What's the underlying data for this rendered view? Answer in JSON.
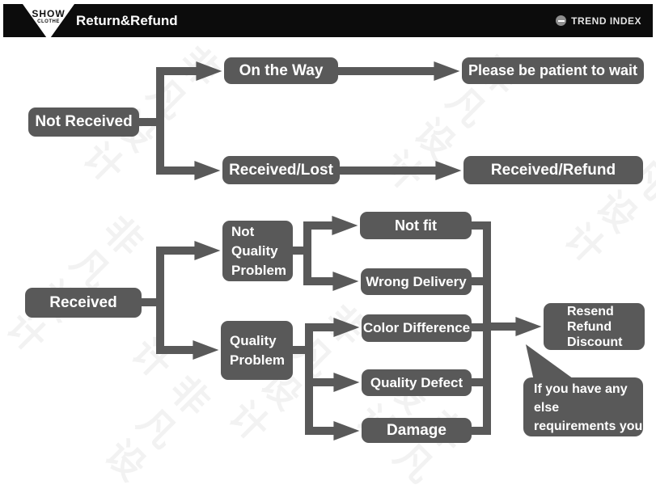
{
  "header": {
    "logo_top": "SHOW",
    "logo_bottom": "CLOTHE",
    "title": "Return&Refund",
    "trend_label": "TREND INDEX"
  },
  "watermark": {
    "text": "非凡设计"
  },
  "colors": {
    "header_bg": "#0c0c0c",
    "node_bg": "#595959",
    "node_text": "#ffffff",
    "connector": "#595959"
  },
  "nodes": {
    "not_received": "Not Received",
    "on_the_way": "On the Way",
    "please_wait": "Please be patient to wait",
    "received_lost": "Received/Lost",
    "received_refund": "Received/Refund",
    "received": "Received",
    "not_quality_problem": "Not\nQuality\nProblem",
    "quality_problem": "Quality\nProblem",
    "not_fit": "Not fit",
    "wrong_delivery": "Wrong Delivery",
    "color_difference": "Color Difference",
    "quality_defect": "Quality Defect",
    "damage": "Damage",
    "resend_refund_discount": "Resend\nRefund\nDiscount",
    "bubble_note": "If you have any else\nrequirements you\ncould also tell us"
  },
  "structure": {
    "type": "flowchart",
    "flows": [
      {
        "root": "Not Received",
        "branches": [
          {
            "step": "On the Way",
            "result": "Please be patient to wait"
          },
          {
            "step": "Received/Lost",
            "result": "Received/Refund"
          }
        ]
      },
      {
        "root": "Received",
        "branches": [
          {
            "step": "Not Quality Problem",
            "cases": [
              "Not fit",
              "Wrong Delivery"
            ]
          },
          {
            "step": "Quality Problem",
            "cases": [
              "Color Difference",
              "Quality Defect",
              "Damage"
            ]
          }
        ],
        "result": "Resend Refund Discount",
        "note": "If you have any else requirements you could also tell us"
      }
    ]
  }
}
